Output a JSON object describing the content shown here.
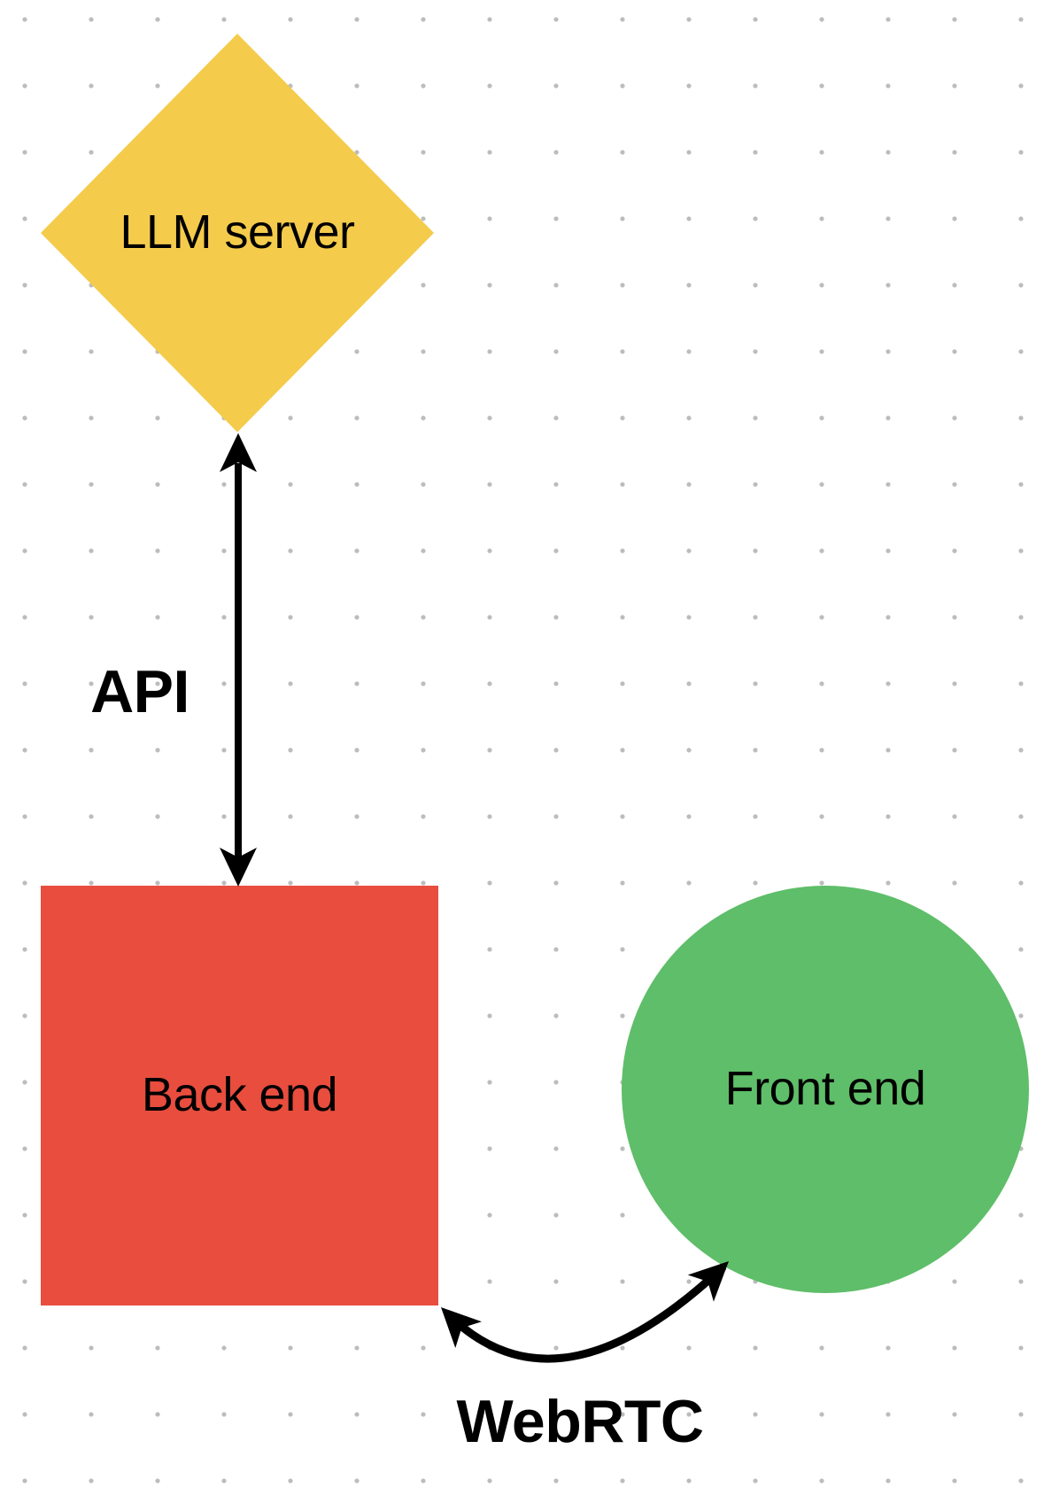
{
  "canvas": {
    "background_color": "#ffffff",
    "grid_dot_color": "#bcbcbc",
    "text_color": "#000000"
  },
  "nodes": {
    "llm": {
      "label": "LLM server",
      "shape": "diamond",
      "fill": "#f4cb4b"
    },
    "backend": {
      "label": "Back end",
      "shape": "square",
      "fill": "#e84d3e"
    },
    "frontend": {
      "label": "Front end",
      "shape": "circle",
      "fill": "#5fbe69"
    }
  },
  "connectors": {
    "api": {
      "label": "API",
      "style": "straight-double-arrow",
      "color": "#000000",
      "connects": [
        "LLM server",
        "Back end"
      ]
    },
    "webrtc": {
      "label": "WebRTC",
      "style": "curved-double-arrow",
      "color": "#000000",
      "connects": [
        "Back end",
        "Front end"
      ]
    }
  }
}
